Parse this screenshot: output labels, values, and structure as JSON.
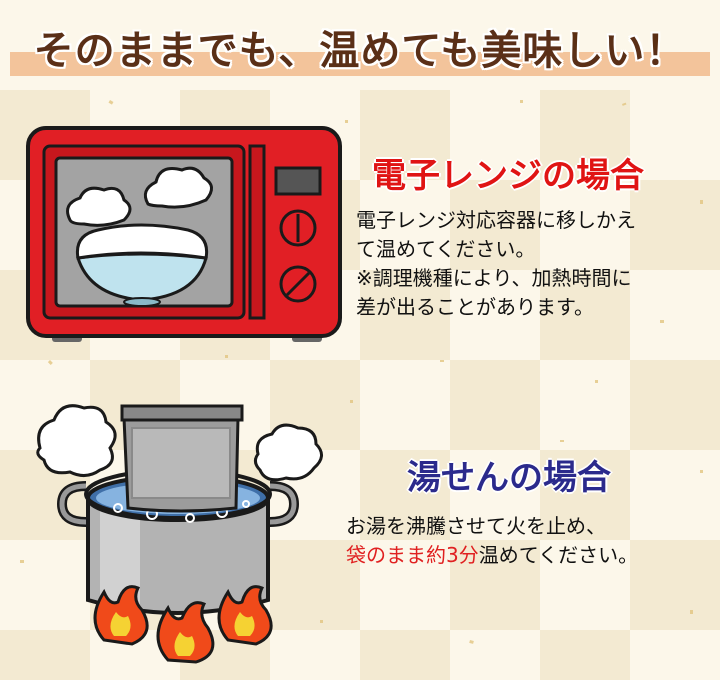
{
  "header": {
    "title": "そのままでも、温めても美味しい！"
  },
  "microwave_section": {
    "heading": "電子レンジの場合",
    "lines": [
      "電子レンジ対応容器に移しかえ",
      "て温めてください。",
      "※調理機種により、加熱時間に",
      "差が出ることがあります。"
    ]
  },
  "boiling_section": {
    "heading": "湯せんの場合",
    "line1": "お湯を沸騰させて火を止め、",
    "line2_highlight": "袋のまま約3分",
    "line2_rest": "温めてください。"
  },
  "colors": {
    "background": "#fcf6e8",
    "title_text": "#5a2f17",
    "title_band": "#f3c49b",
    "microwave_heading": "#e01414",
    "boiling_heading": "#2b2a8c",
    "highlight_text": "#e02020",
    "microwave_body": "#e11f25"
  }
}
